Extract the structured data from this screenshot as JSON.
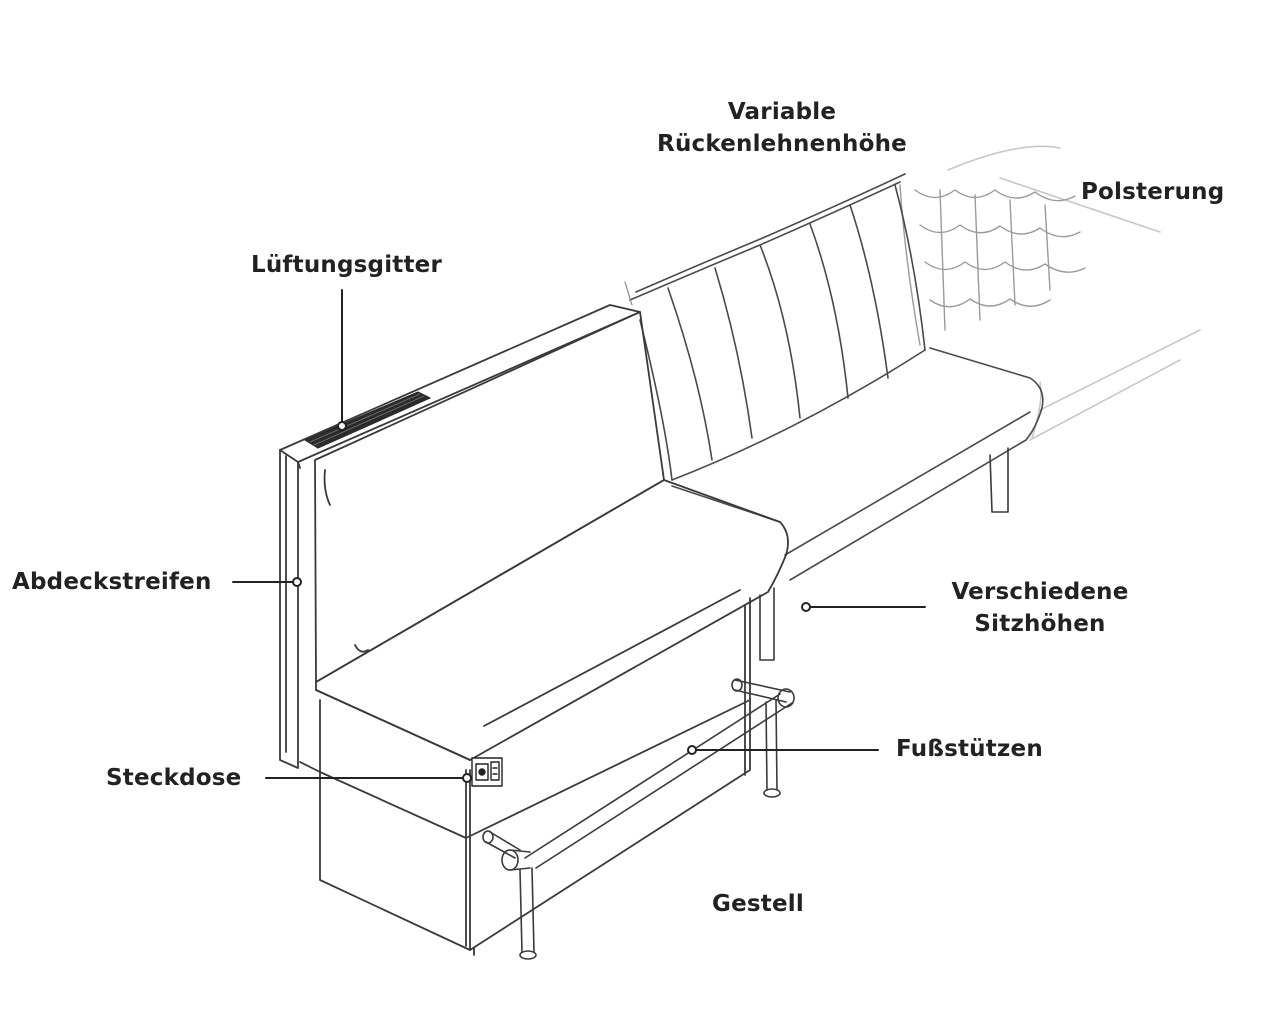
{
  "diagram": {
    "labels": {
      "variable_line1": "Variable",
      "variable_line2": "Rückenlehnenhöhe",
      "polsterung": "Polsterung",
      "lueftungsgitter": "Lüftungsgitter",
      "abdeckstreifen": "Abdeckstreifen",
      "verschiedene_line1": "Verschiedene",
      "verschiedene_line2": "Sitzhöhen",
      "fussstuetzen": "Fußstützen",
      "steckdose": "Steckdose",
      "gestell": "Gestell"
    },
    "colors": {
      "ink": "#222222",
      "sketch": "#3a3a3a",
      "faint": "#b5b5b5",
      "grille": "#2b2b2b"
    }
  }
}
